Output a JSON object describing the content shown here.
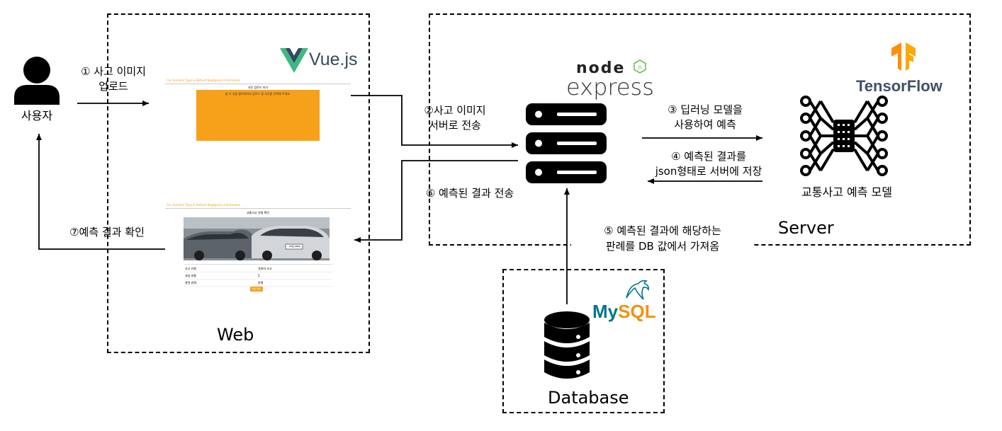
{
  "user": {
    "label": "사용자"
  },
  "steps": {
    "s1_line1": "① 사고 이미지",
    "s1_line2": "업로드",
    "s2_line1": "②사고 이미지",
    "s2_line2": "서버로 전송",
    "s3_line1": "③ 딥러닝 모델을",
    "s3_line2": "사용하여 예측",
    "s4_line1": "④ 예측된 결과를",
    "s4_line2": "json형태로 서버에 저장",
    "s5_line1": "⑤ 예측된 결과에 해당하는",
    "s5_line2": "판례를 DB 값에서 가져옴",
    "s6": "⑥ 예측된 결과 전송",
    "s7": "⑦예측 결과 확인"
  },
  "web": {
    "label": "Web",
    "brand": "Vue.js",
    "upload_page": {
      "header": "Car Accident Type & Default Negligence Information",
      "title": "사진 업로드 하기",
      "dropzone_text": "쓸 이 곳을 클릭하여서 업로드 할 사진을 선택해 주세요."
    },
    "result_page": {
      "header": "Car Accident Type & Default Negligence Information",
      "title": "교통사고 유형 확인",
      "row1_key": "사고 유형",
      "row1_val": "차대차 사고",
      "row2_key": "과실 비율",
      "row2_val": "5",
      "row3_key": "관련 판례",
      "row3_val": "판례",
      "button": "확인 완료",
      "plate": "83모 0839"
    }
  },
  "server": {
    "label": "Server",
    "node_brand": "node",
    "express_brand": "express",
    "tf_brand": "TensorFlow",
    "model_label": "교통사고 예측 모델"
  },
  "database": {
    "label": "Database",
    "brand": "MySQL"
  },
  "colors": {
    "vue_green": "#41b883",
    "vue_dark": "#35495e",
    "node_green": "#6cc24a",
    "tf_orange": "#ff8f00",
    "mysql_blue": "#00758f",
    "mysql_orange": "#f29111",
    "dropzone_orange": "#f7a11a"
  }
}
